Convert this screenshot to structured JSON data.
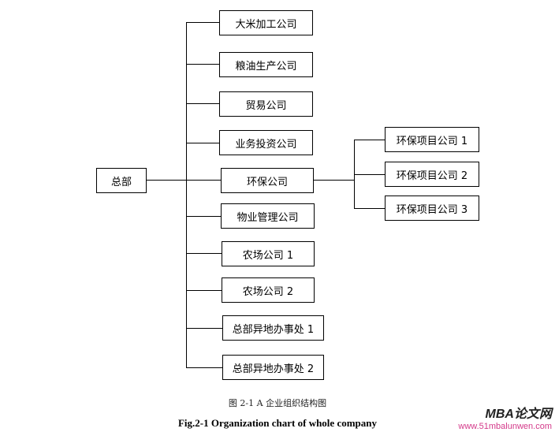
{
  "root": "总部",
  "companies": [
    "大米加工公司",
    "粮油生产公司",
    "贸易公司",
    "业务投资公司",
    "环保公司",
    "物业管理公司",
    "农场公司 1",
    "农场公司 2",
    "总部异地办事处 1",
    "总部异地办事处 2"
  ],
  "sub_projects": [
    "环保项目公司 1",
    "环保项目公司 2",
    "环保项目公司 3"
  ],
  "caption_cn": "图 2-1 A 企业组织结构图",
  "caption_en": "Fig.2-1 Organization chart of whole company",
  "watermark": {
    "brand": "MBA论文网",
    "url": "www.51mbalunwen.com"
  }
}
